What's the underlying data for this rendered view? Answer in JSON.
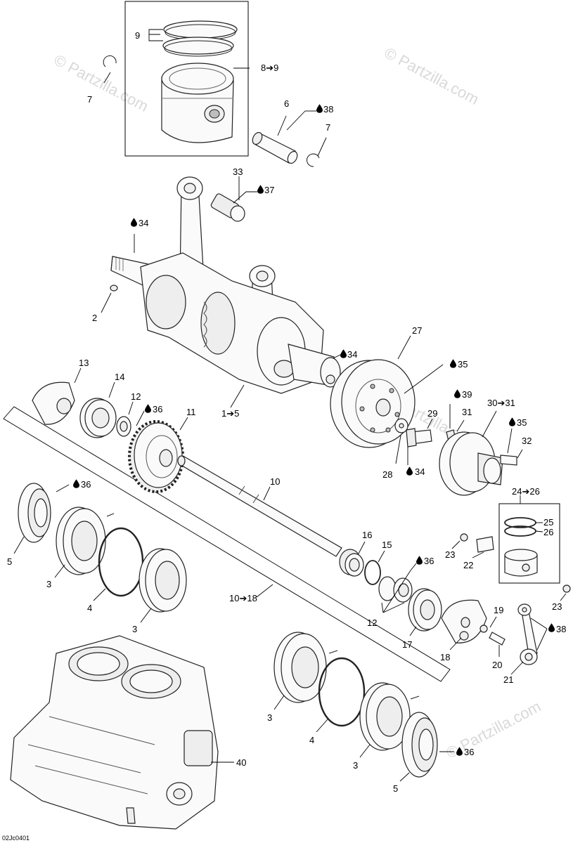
{
  "watermarks": [
    "© Partzilla.com",
    "© Partzilla.com",
    "© Partzilla.com",
    "© Partzilla.com"
  ],
  "diagram_code": "02Jc0401",
  "icons": {
    "lubricant": "oil-drop-icon"
  },
  "labels": {
    "l9": "9",
    "l8_9": "8➔9",
    "l7a": "7",
    "l6": "6",
    "l38a": "38",
    "l7b": "7",
    "l33": "33",
    "l37": "37",
    "l34a": "34",
    "l2": "2",
    "l27": "27",
    "l34b": "34",
    "l35a": "35",
    "l1_5": "1➔5",
    "l13": "13",
    "l14": "14",
    "l12a": "12",
    "l36a": "36",
    "l11": "11",
    "l39": "39",
    "l29": "29",
    "l31": "31",
    "l30_31": "30➔31",
    "l35b": "35",
    "l32": "32",
    "l28": "28",
    "l34c": "34",
    "l10": "10",
    "l36b": "36",
    "l24_26": "24➔26",
    "l25": "25",
    "l26": "26",
    "l5a": "5",
    "l3a": "3",
    "l4a": "4",
    "l3b": "3",
    "l16": "16",
    "l15": "15",
    "l36c": "36",
    "l23a": "23",
    "l22": "22",
    "l10_18": "10➔18",
    "l12b": "12",
    "l17": "17",
    "l18": "18",
    "l19": "19",
    "l20": "20",
    "l38b": "38",
    "l21": "21",
    "l23b": "23",
    "l3c": "3",
    "l4b": "4",
    "l3d": "3",
    "l36d": "36",
    "l5b": "5",
    "l40": "40"
  }
}
